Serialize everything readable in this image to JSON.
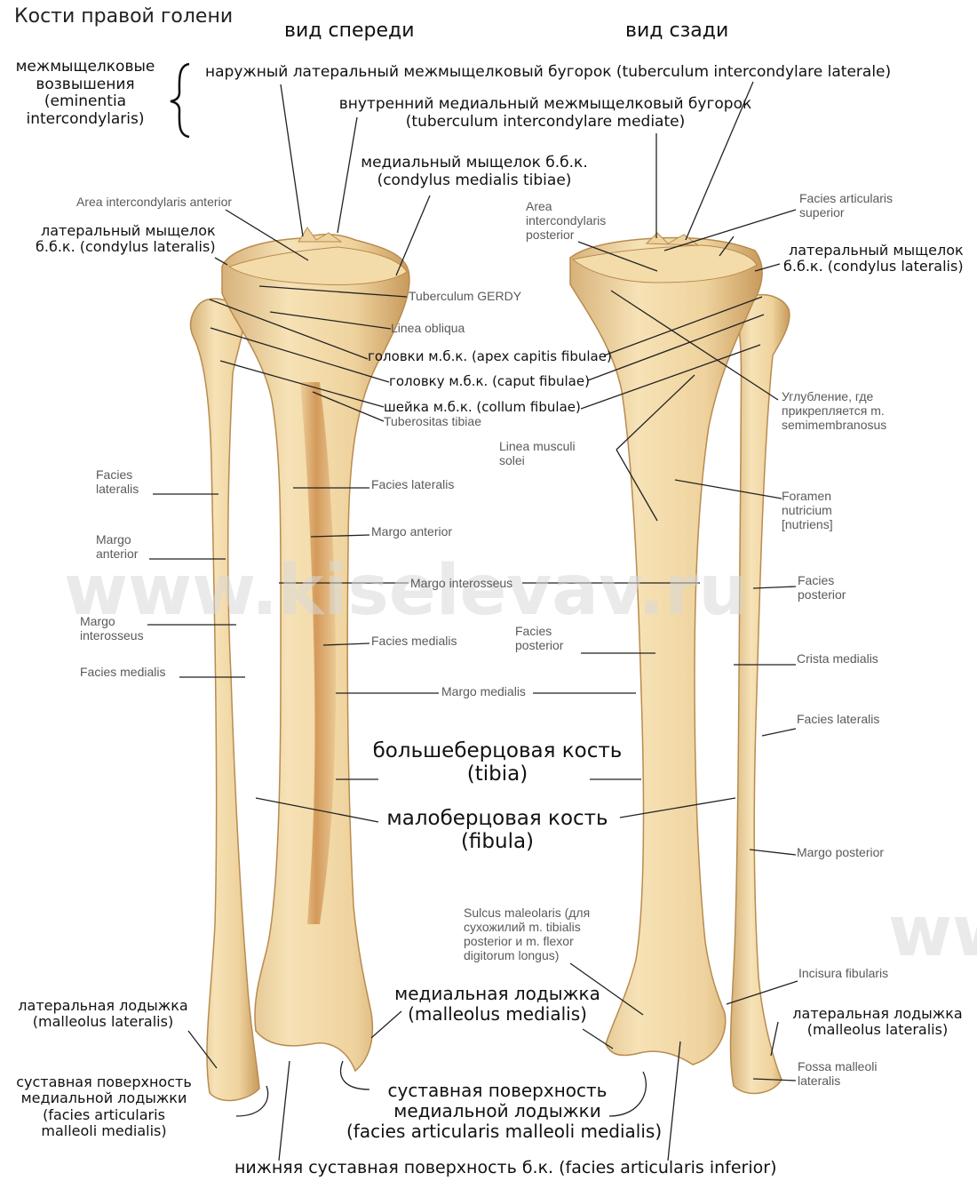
{
  "title": "Кости правой голени",
  "views": {
    "anterior": "вид спереди",
    "posterior": "вид сзади"
  },
  "watermark": "www.kiselevav.ru",
  "watermark_partial": "ww",
  "labels": {
    "eminentia_l1": "межмыщелковые",
    "eminentia_l2": "возвышения",
    "eminentia_l3": "(eminentia",
    "eminentia_l4": "intercondylaris)",
    "tub_lat": "наружный латеральный межмыщелковый бугорок (tuberculum intercondylare laterale)",
    "tub_med_l1": "внутренний медиальный межмыщелковый бугорок",
    "tub_med_l2": "(tuberculum intercondylare mediate)",
    "cond_med_l1": "медиальный мыщелок б.б.к.",
    "cond_med_l2": "(condylus medialis tibiae)",
    "area_ant": "Area intercondylaris anterior",
    "cond_lat_ant_l1": "латеральный мыщелок",
    "cond_lat_ant_l2": "б.б.к.  (condylus lateralis)",
    "gerdy": "Tuberculum GERDY",
    "linea_obl": "Linea obliqua",
    "apex": "головки м.б.к. (apex capitis fibulae)",
    "caput": "головку м.б.к. (caput fibulae)",
    "collum": "шейка м.б.к. (collum fibulae)",
    "tuberositas": "Tuberositas tibiae",
    "area_post_l1": "Area",
    "area_post_l2": "intercondylaris",
    "area_post_l3": "posterior",
    "fas_sup_l1": "Facies articularis",
    "fas_sup_l2": "superior",
    "cond_lat_post_l1": "латеральный мыщелок",
    "cond_lat_post_l2": "б.б.к.  (condylus lateralis)",
    "semimem_l1": "Углубление, где",
    "semimem_l2": "прикрепляется m.",
    "semimem_l3": "semimembranosus",
    "linea_sol_l1": "Linea musculi",
    "linea_sol_l2": "solei",
    "foramen_l1": "Foramen",
    "foramen_l2": "nutricium",
    "foramen_l3": "[nutriens]",
    "fac_lat_fib_l1": "Facies",
    "fac_lat_fib_l2": "lateralis",
    "margo_ant_fib_l1": "Margo",
    "margo_ant_fib_l2": "anterior",
    "margo_inter_fib_l1": "Margo",
    "margo_inter_fib_l2": "interosseus",
    "fac_med_fib": "Facies medialis",
    "fac_lat_tib": "Facies lateralis",
    "margo_ant_tib": "Margo anterior",
    "margo_inter": "Margo interosseus",
    "fac_med_tib": "Facies medialis",
    "margo_med": "Margo medialis",
    "fac_post_tib_l1": "Facies",
    "fac_post_tib_l2": "posterior",
    "fac_post_fib_l1": "Facies",
    "fac_post_fib_l2": "posterior",
    "crista_med": "Crista medialis",
    "fac_lat_post": "Facies lateralis",
    "tibia_l1": "большеберцовая кость",
    "tibia_l2": "(tibia)",
    "fibula_l1": "малоберцовая кость",
    "fibula_l2": "(fibula)",
    "margo_post": "Margo posterior",
    "sulcus_l1": "Sulcus maleolaris (для",
    "sulcus_l2": "сухожилий m. tibialis",
    "sulcus_l3": "posterior и m. flexor",
    "sulcus_l4": "digitorum longus)",
    "incisura": "Incisura fibularis",
    "mall_med_l1": "медиальная лодыжка",
    "mall_med_l2": "(malleolus medialis)",
    "mall_lat_ant_l1": "латеральная лодыжка",
    "mall_lat_ant_l2": "(malleolus lateralis)",
    "mall_lat_post_l1": "латеральная лодыжка",
    "mall_lat_post_l2": "(malleolus lateralis)",
    "fossa_l1": "Fossa malleoli",
    "fossa_l2": "lateralis",
    "fac_art_left_l1": "суставная поверхность",
    "fac_art_left_l2": "медиальной лодыжки",
    "fac_art_left_l3": "(facies articularis",
    "fac_art_left_l4": "malleoli medialis)",
    "fac_art_ctr_l1": "суставная поверхность",
    "fac_art_ctr_l2": "медиальной лодыжки",
    "fac_art_ctr_l3": "(facies articularis malleoli medialis)",
    "inferior": "нижняя суставная поверхность б.к. (facies articularis inferior)"
  }
}
